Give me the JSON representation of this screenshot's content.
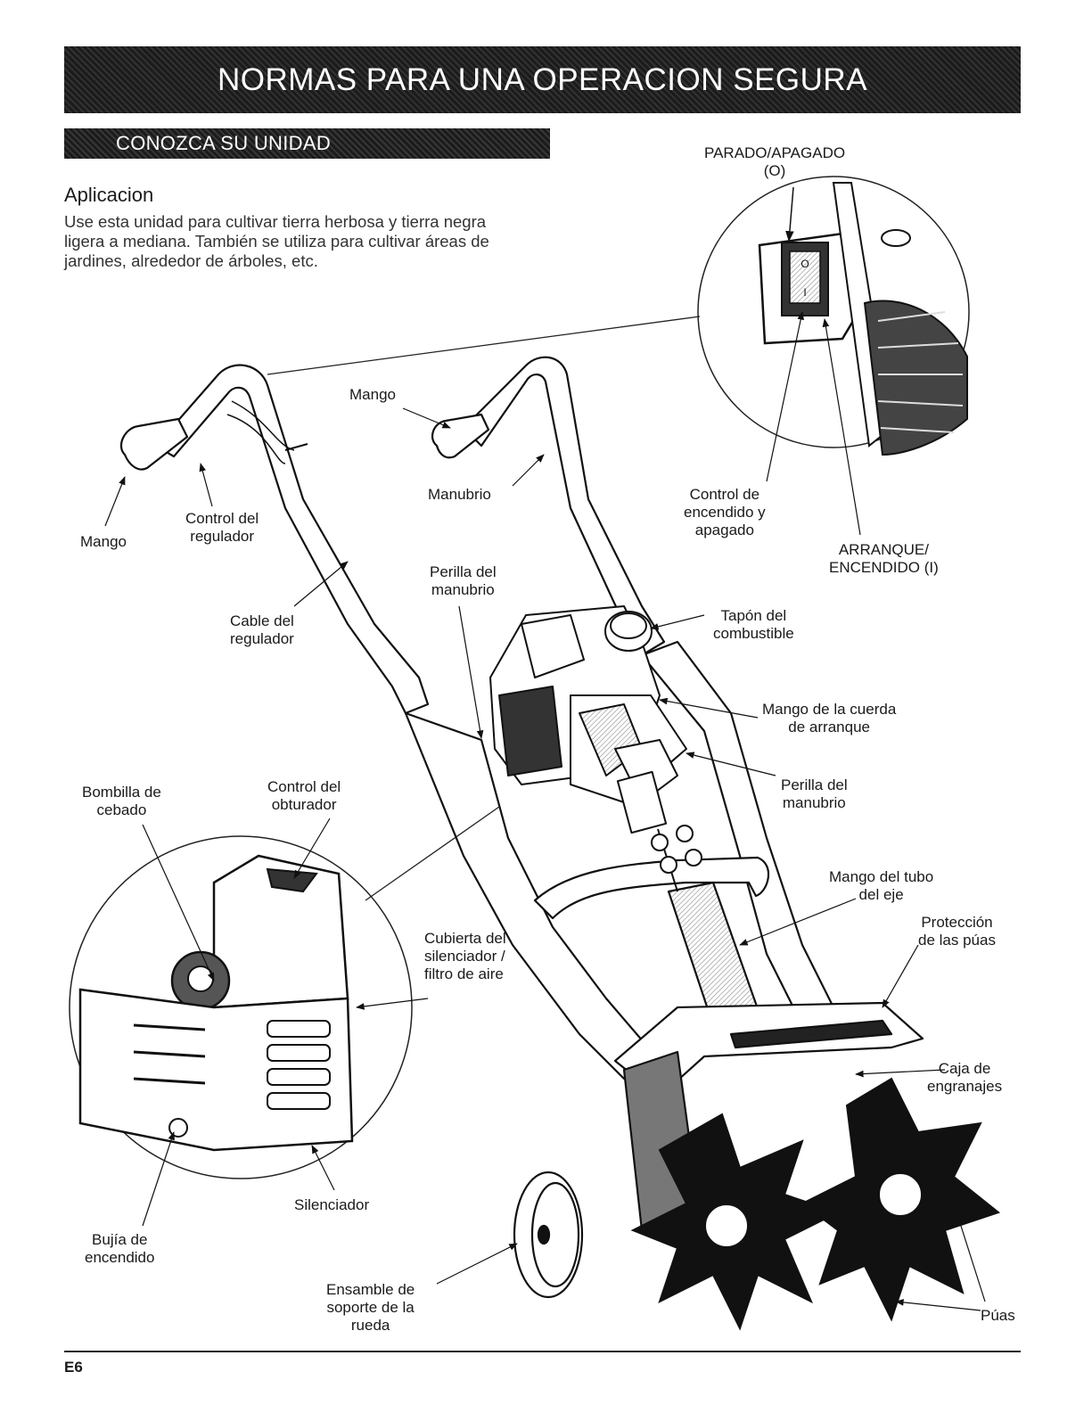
{
  "header": {
    "title": "NORMAS PARA UNA OPERACION SEGURA",
    "section": "CONOZCA SU UNIDAD"
  },
  "application": {
    "heading": "Aplicacion",
    "text": "Use esta unidad para cultivar tierra herbosa y tierra negra ligera a mediana. También se utiliza para cultivar áreas de jardines, alrededor de árboles, etc."
  },
  "labels": {
    "stop_off": "PARADO/APAGADO\n(O)",
    "mango_top": "Mango",
    "mango_left": "Mango",
    "throttle_control": "Control del\nregulador",
    "handlebar": "Manubrio",
    "on_off_control": "Control de\nencendido y\napagado",
    "start_on": "ARRANQUE/\nENCENDIDO (I)",
    "handlebar_knob_1": "Perilla del\nmanubrio",
    "throttle_cable": "Cable del\nregulador",
    "fuel_cap": "Tapón del\ncombustible",
    "starter_rope": "Mango de la cuerda\nde arranque",
    "handlebar_knob_2": "Perilla del\nmanubrio",
    "primer_bulb": "Bombilla de\ncebado",
    "choke_control": "Control del\nobturador",
    "shaft_handle": "Mango del tubo\ndel eje",
    "tine_guard": "Protección\nde las púas",
    "muffler_cover": "Cubierta del\nsilenciador /\nfiltro de aire",
    "gearbox": "Caja de\nengranajes",
    "muffler": "Silenciador",
    "spark_plug": "Bujía de\nencendido",
    "wheel_assembly": "Ensamble de\nsoporte de la\nrueda",
    "tines": "Púas"
  },
  "switch_marks": {
    "off": "O",
    "on": "I"
  },
  "footer": {
    "page": "E6"
  }
}
